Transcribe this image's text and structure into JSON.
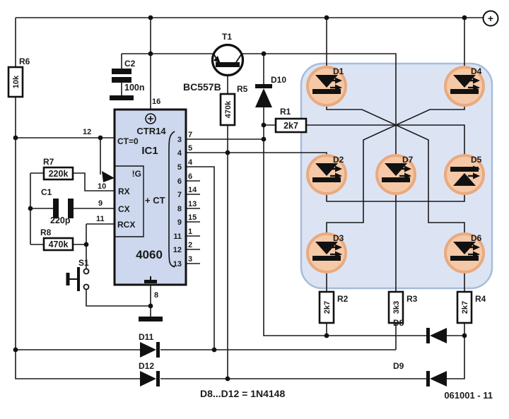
{
  "colors": {
    "ic_fill": "#cdd8ee",
    "matrix_fill": "#dce4f4",
    "matrix_stroke": "#a8bcd9",
    "led_fill": "#f5c9a7",
    "led_ring": "#e9aa7e"
  },
  "power_terminal": "+",
  "annotations": {
    "diode_note": "D8...D12 = 1N4148",
    "doc_number": "061001 - 11"
  },
  "ic": {
    "ref": "IC1",
    "part": "4060",
    "family": "CTR14",
    "reset_label": "CT=0",
    "gate_label": "!G",
    "rx": "RX",
    "cx": "CX",
    "rcx": "RCX",
    "ct_label": "+ CT",
    "pin_vdd": "16",
    "pin_gnd": "8",
    "pin_reset": "12",
    "pin_rx": "10",
    "pin_cx": "9",
    "pin_rcx": "11",
    "outputs": [
      {
        "q": "3",
        "pin": "7"
      },
      {
        "q": "4",
        "pin": "5"
      },
      {
        "q": "5",
        "pin": "4"
      },
      {
        "q": "6",
        "pin": "6"
      },
      {
        "q": "7",
        "pin": "14"
      },
      {
        "q": "8",
        "pin": "13"
      },
      {
        "q": "9",
        "pin": "15"
      },
      {
        "q": "11",
        "pin": "1"
      },
      {
        "q": "12",
        "pin": "2"
      },
      {
        "q": "13",
        "pin": "3"
      }
    ]
  },
  "transistor": {
    "ref": "T1",
    "part": "BC557B"
  },
  "components": {
    "r1": {
      "ref": "R1",
      "value": "2k7"
    },
    "r2": {
      "ref": "R2",
      "value": "2k7"
    },
    "r3": {
      "ref": "R3",
      "value": "3k3"
    },
    "r4": {
      "ref": "R4",
      "value": "2k7"
    },
    "r5": {
      "ref": "R5",
      "value": "470k"
    },
    "r6": {
      "ref": "R6",
      "value": "10k"
    },
    "r7": {
      "ref": "R7",
      "value": "220k"
    },
    "r8": {
      "ref": "R8",
      "value": "470k"
    },
    "c1": {
      "ref": "C1",
      "value": "220p"
    },
    "c2": {
      "ref": "C2",
      "value": "100n"
    },
    "s1": {
      "ref": "S1"
    }
  },
  "diodes": {
    "d8": {
      "ref": "D8"
    },
    "d9": {
      "ref": "D9"
    },
    "d10": {
      "ref": "D10"
    },
    "d11": {
      "ref": "D11"
    },
    "d12": {
      "ref": "D12"
    }
  },
  "leds": {
    "d1": {
      "ref": "D1"
    },
    "d2": {
      "ref": "D2"
    },
    "d3": {
      "ref": "D3"
    },
    "d4": {
      "ref": "D4"
    },
    "d5": {
      "ref": "D5"
    },
    "d6": {
      "ref": "D6"
    },
    "d7": {
      "ref": "D7"
    }
  }
}
